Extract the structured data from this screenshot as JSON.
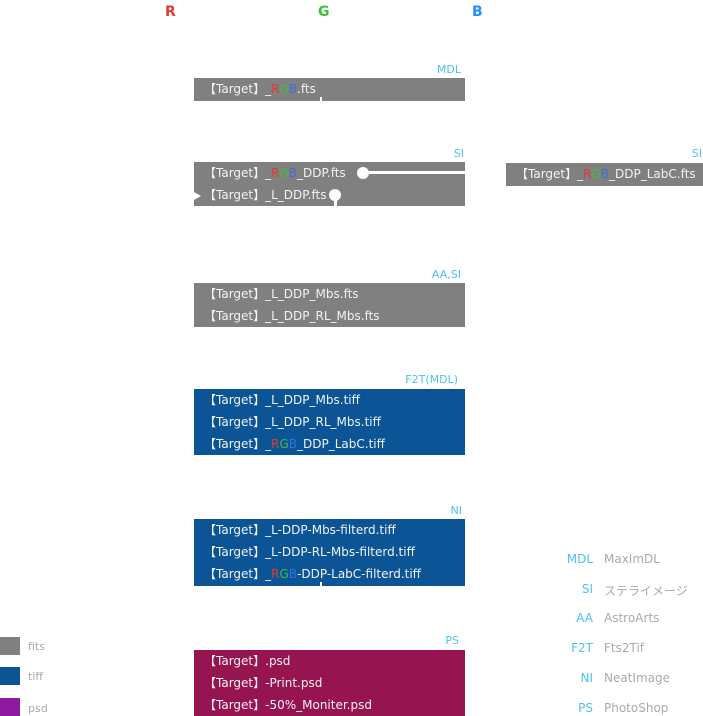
{
  "channels": {
    "r": "R",
    "g": "G",
    "b": "B"
  },
  "colors": {
    "fits": "#808080",
    "tiff": "#0b5597",
    "psd": "#961550",
    "tool_label": "#4dc3ec",
    "r": "#e23a2a",
    "g": "#3cbf3c",
    "b": "#3a6fd8"
  },
  "steps": {
    "mdl": {
      "tool": "MDL",
      "row1": {
        "a": "【Target】_",
        "r": "R",
        "g": "G",
        "b": "B",
        "z": ".fts"
      }
    },
    "si": {
      "tool": "SI",
      "row1": {
        "a": "【Target】_",
        "r": "R",
        "g": "G",
        "b": "B",
        "z": "_DDP.fts"
      },
      "row2": "【Target】_L_DDP.fts"
    },
    "si_right": {
      "tool": "SI",
      "row1": {
        "a": "【Target】_",
        "r": "R",
        "g": "G",
        "b": "B",
        "z": "_DDP_LabC.fts"
      }
    },
    "aasi": {
      "tool": "AA,SI",
      "rows": [
        "【Target】_L_DDP_Mbs.fts",
        "【Target】_L_DDP_RL_Mbs.fts"
      ]
    },
    "f2t": {
      "tool": "F2T(MDL)",
      "rows": [
        "【Target】_L_DDP_Mbs.tiff",
        "【Target】_L_DDP_RL_Mbs.tiff"
      ],
      "row3": {
        "a": "【Target】_",
        "r": "R",
        "g": "G",
        "b": "B",
        "z": "_DDP_LabC.tiff"
      }
    },
    "ni": {
      "tool": "NI",
      "rows": [
        "【Target】_L-DDP-Mbs-filterd.tiff",
        "【Target】_L-DDP-RL-Mbs-filterd.tiff"
      ],
      "row3": {
        "a": "【Target】_",
        "r": "R",
        "g": "G",
        "b": "B",
        "z": "-DDP-LabC-filterd.tiff"
      }
    },
    "ps": {
      "tool": "PS",
      "rows": [
        "【Target】.psd",
        "【Target】-Print.psd",
        "【Target】-50%_Moniter.psd"
      ]
    }
  },
  "legend": [
    {
      "label": "fits"
    },
    {
      "label": "tiff"
    },
    {
      "label": "psd"
    }
  ],
  "abbreviations": [
    {
      "abbr": "MDL",
      "name": "MaxImDL"
    },
    {
      "abbr": "SI",
      "name": "ステライメージ"
    },
    {
      "abbr": "AA",
      "name": "AstroArts"
    },
    {
      "abbr": "F2T",
      "name": "Fts2Tif"
    },
    {
      "abbr": "NI",
      "name": "NeatImage"
    },
    {
      "abbr": "PS",
      "name": "PhotoShop"
    }
  ]
}
